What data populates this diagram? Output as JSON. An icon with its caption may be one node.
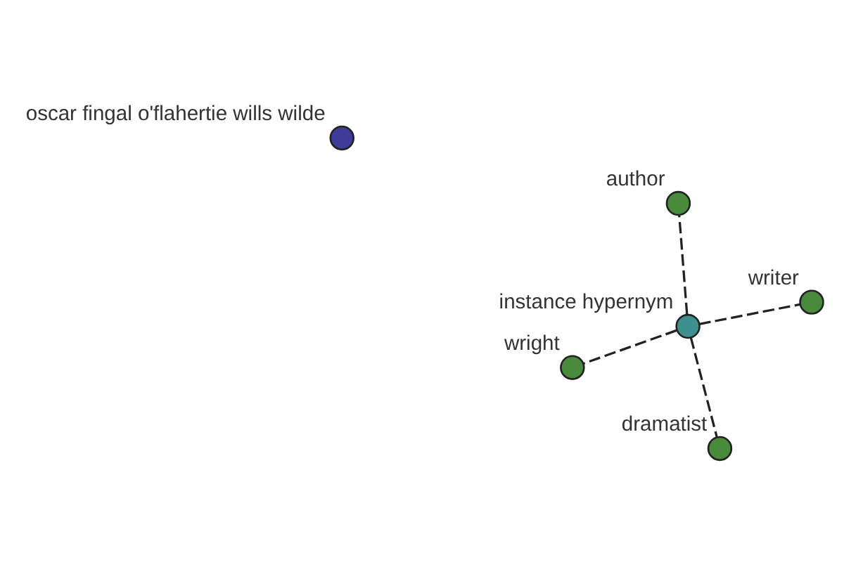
{
  "diagram": {
    "nodes": [
      {
        "text": [
          "wright"
        ]
      },
      {
        "text": [
          "instance hypernym"
        ]
      },
      {
        "text": [
          "dramatist"
        ]
      },
      {
        "text": [
          "author"
        ]
      },
      {
        "text": [
          "writer"
        ]
      },
      {
        "text": [
          "oscar fingal o'flahertie wills wilde"
        ]
      }
    ],
    "edges": [
      {
        "from": 1,
        "to": 0,
        "arrow": "none",
        "style": "dashed"
      },
      {
        "from": 1,
        "to": 2,
        "arrow": "none",
        "style": "dashed"
      },
      {
        "from": 1,
        "to": 3,
        "arrow": "none",
        "style": "dashed"
      },
      {
        "from": 1,
        "to": 4,
        "arrow": "none",
        "style": "dashed"
      }
    ]
  }
}
